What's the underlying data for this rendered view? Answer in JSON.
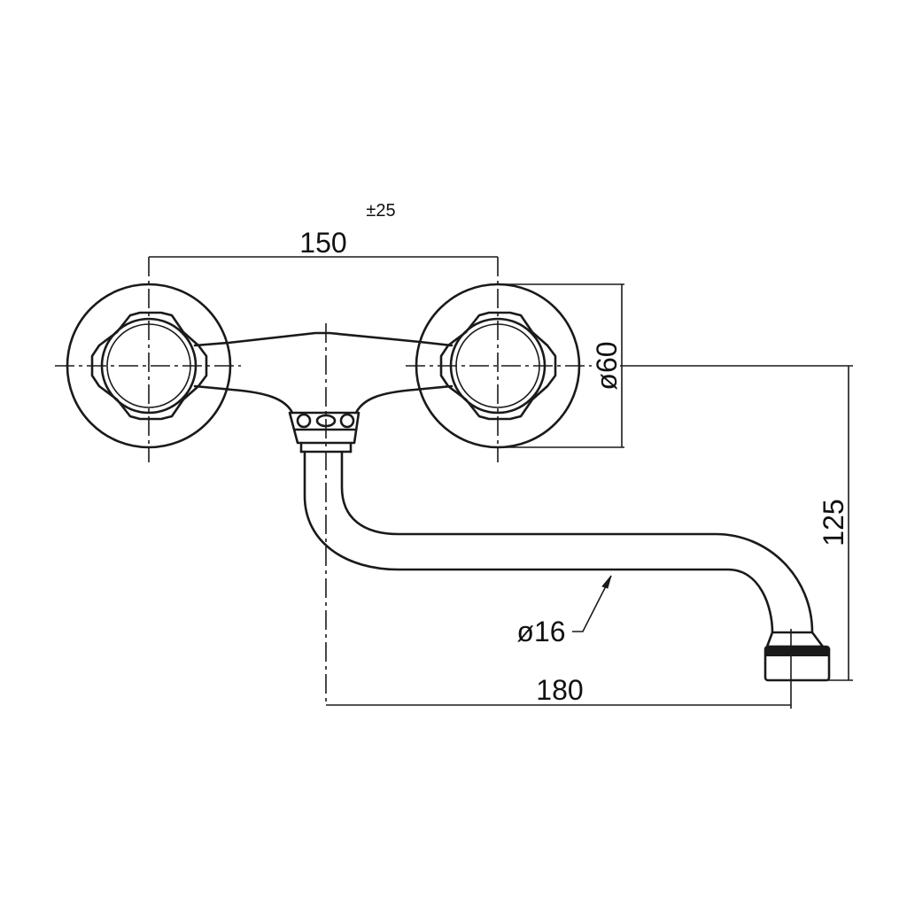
{
  "dimensions": {
    "handle_spacing": "150",
    "handle_spacing_tolerance": "±25",
    "rosette_diameter": "ø60",
    "spout_height": "125",
    "spout_diameter": "ø16",
    "spout_reach": "180"
  }
}
